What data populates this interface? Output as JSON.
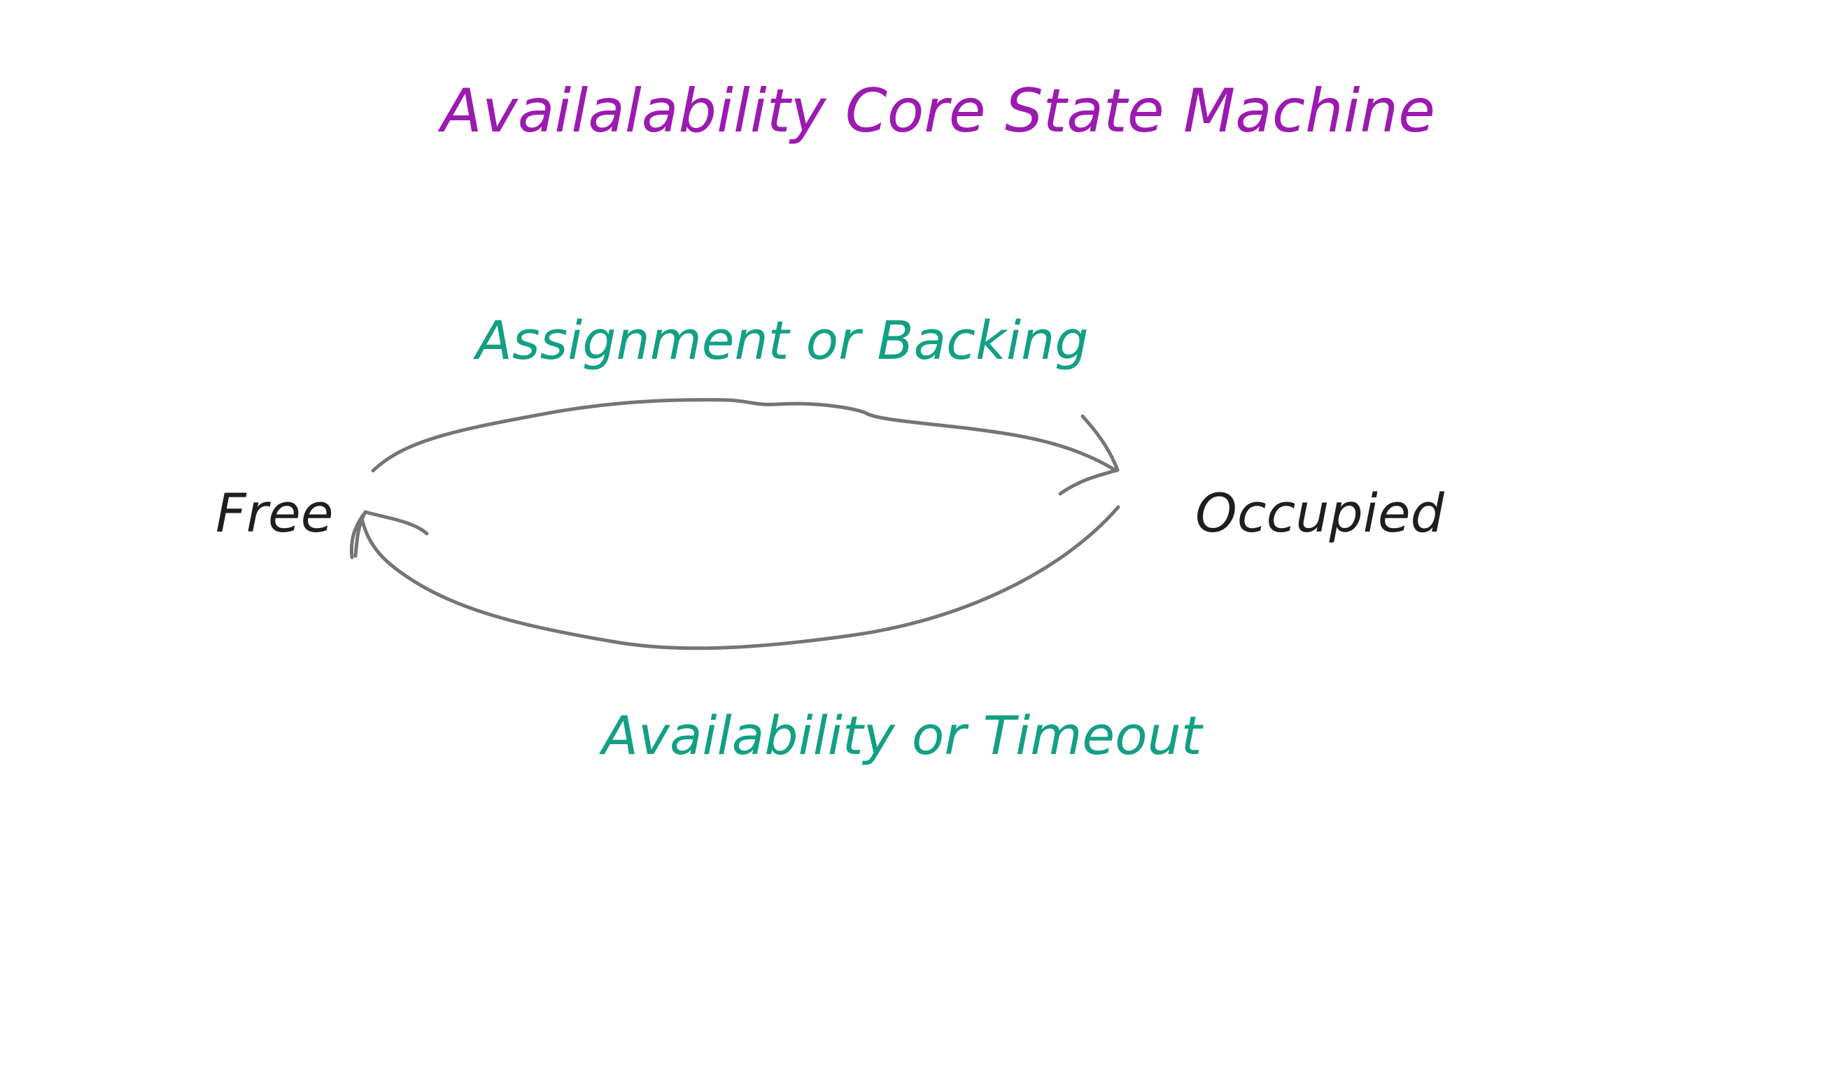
{
  "title": "Availalability Core State Machine",
  "states": {
    "free": "Free",
    "occupied": "Occupied"
  },
  "transitions": {
    "free_to_occupied": "Assignment or Backing",
    "occupied_to_free": "Availability or Timeout"
  },
  "colors": {
    "title": "#9C1AB1",
    "transition_label": "#12A085",
    "state_label": "#1E1E1E",
    "arrow": "#757575",
    "background": "#FFFFFF"
  }
}
